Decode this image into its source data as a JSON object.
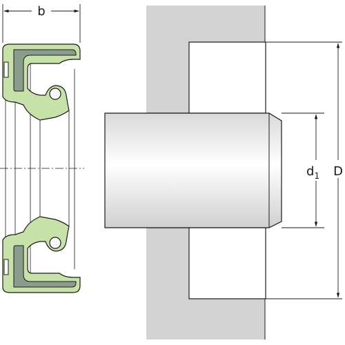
{
  "labels": {
    "width": "b",
    "shaft_diameter": "d",
    "shaft_diameter_sub": "1",
    "outer_diameter": "D"
  },
  "colors": {
    "housing": "#d3d3d3",
    "shaft_light": "#ffffff",
    "shaft_dark": "#d9d9d9",
    "rubber": "#c6e2a8",
    "metal_case": "#8c9c8c",
    "outline": "#1a1a1a"
  }
}
